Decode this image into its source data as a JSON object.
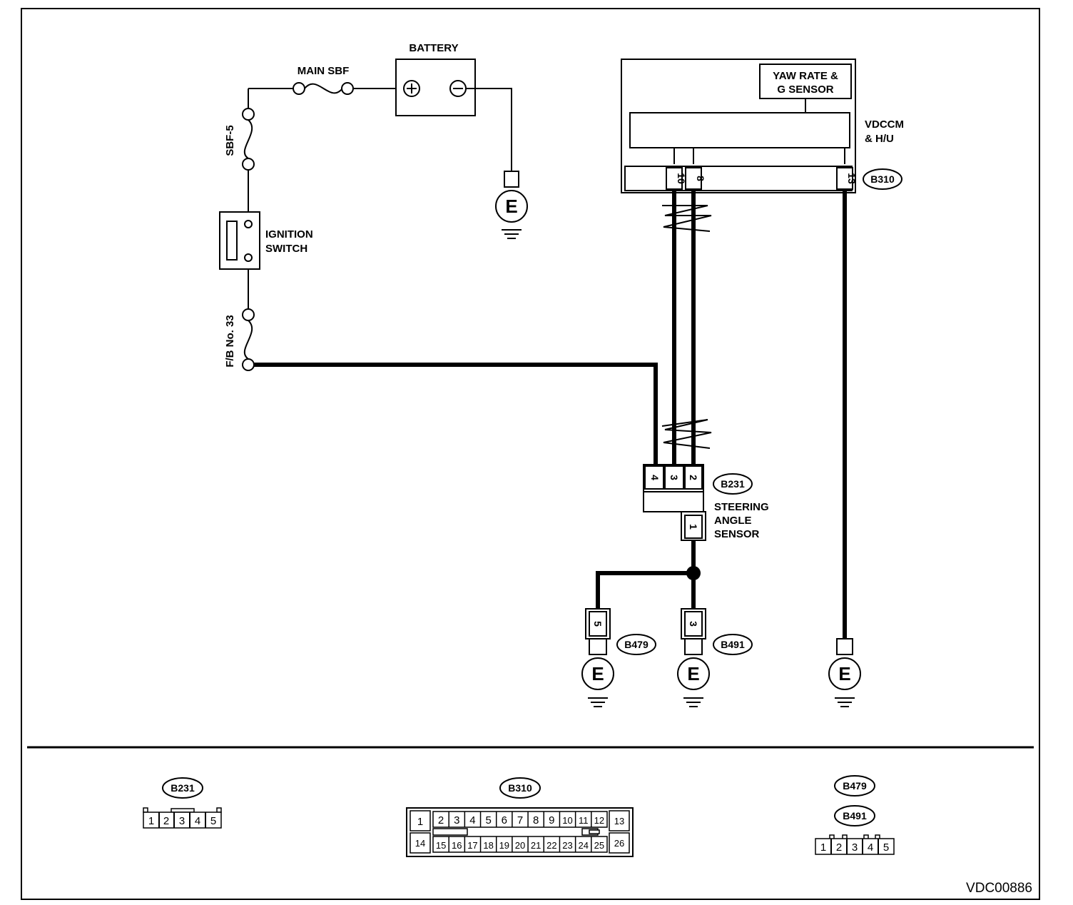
{
  "labels": {
    "main_sbf": "MAIN SBF",
    "battery": "BATTERY",
    "sbf5": "SBF-5",
    "ignition_switch": [
      "IGNITION",
      "SWITCH"
    ],
    "fb33": "F/B No. 33",
    "yaw_rate_sensor": [
      "YAW RATE &",
      "G SENSOR"
    ],
    "vdccm": [
      "VDCCM",
      "& H/U"
    ],
    "steering_angle_sensor": [
      "STEERING",
      "ANGLE",
      "SENSOR"
    ],
    "ground": "E",
    "diagram_code": "VDC00886"
  },
  "connectors": {
    "b310": {
      "ref": "B310",
      "pins": [
        "10",
        "8",
        "13"
      ]
    },
    "b231": {
      "ref": "B231",
      "pins": [
        "4",
        "3",
        "2",
        "1"
      ]
    },
    "b479": {
      "ref": "B479",
      "pin": "5"
    },
    "b491": {
      "ref": "B491",
      "pin": "3"
    }
  },
  "connector_faces": {
    "b231": {
      "ref": "B231",
      "pins": [
        "1",
        "2",
        "3",
        "4",
        "5"
      ]
    },
    "b310": {
      "ref": "B310",
      "row_top": [
        "1",
        "2",
        "3",
        "4",
        "5",
        "6",
        "7",
        "8",
        "9",
        "10",
        "11",
        "12",
        "13"
      ],
      "row_bottom": [
        "14",
        "15",
        "16",
        "17",
        "18",
        "19",
        "20",
        "21",
        "22",
        "23",
        "24",
        "25",
        "26"
      ]
    },
    "b479_b491": {
      "refs": [
        "B479",
        "B491"
      ],
      "pins": [
        "1",
        "2",
        "3",
        "4",
        "5"
      ]
    }
  }
}
